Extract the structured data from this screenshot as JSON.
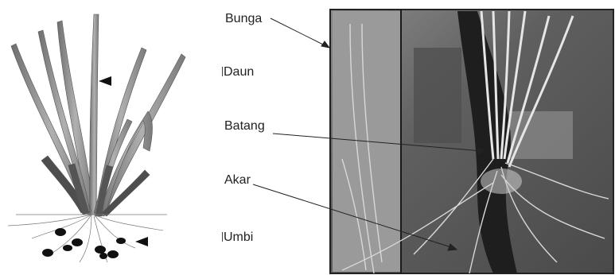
{
  "labels": {
    "bunga": "Bunga",
    "daun": "Daun",
    "batang": "Batang",
    "akar": "Akar",
    "umbi": "Umbi"
  },
  "colors": {
    "leaf": "#8a8a8a",
    "leaf_dark": "#5a5a5a",
    "tuber": "#111111",
    "photo_bg": "#6b6b6b"
  }
}
